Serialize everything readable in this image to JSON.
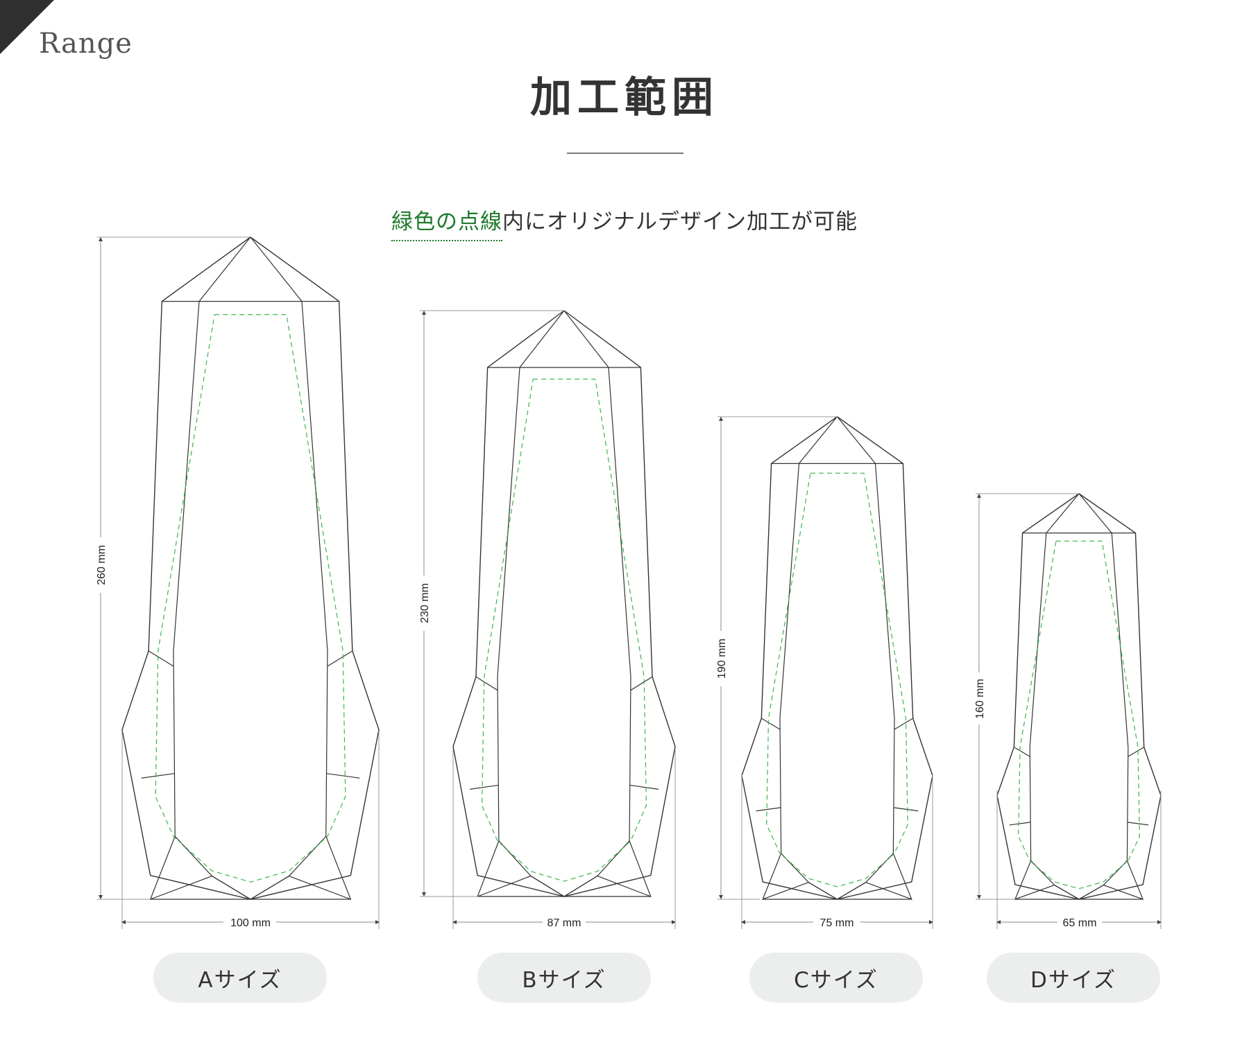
{
  "section": {
    "eyebrow": "Range",
    "title": "加工範囲",
    "subtitle_highlight": "緑色の点線",
    "subtitle_rest": "内にオリジナルデザイン加工が可能"
  },
  "colors": {
    "outline": "#333333",
    "printable_area_dashed": "#3cb44b",
    "highlight_text": "#1e7a2a",
    "dimension_line": "#888888",
    "pill_bg": "#eceeee",
    "corner": "#2f2f2f"
  },
  "sizes": [
    {
      "id": "A",
      "label": "Aサイズ",
      "height": "260 mm",
      "width": "100 mm"
    },
    {
      "id": "B",
      "label": "Bサイズ",
      "height": "230 mm",
      "width": "87 mm"
    },
    {
      "id": "C",
      "label": "Cサイズ",
      "height": "190 mm",
      "width": "75 mm"
    },
    {
      "id": "D",
      "label": "Dサイズ",
      "height": "160 mm",
      "width": "65 mm"
    }
  ]
}
